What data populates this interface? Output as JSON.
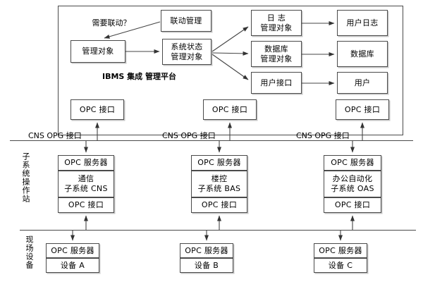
{
  "diagram": {
    "title_block": {
      "line1": "IBMS 集成",
      "line2": "管理平台"
    },
    "platform_boxes": {
      "linkage_management": "联动管理",
      "management_object": "管理对象",
      "system_state_object": {
        "line1": "系统状态",
        "line2": "管理对象"
      },
      "log_management_object": {
        "line1": "日 志",
        "line2": "管理对象"
      },
      "db_management_object": {
        "line1": "数据库",
        "line2": "管理对象"
      },
      "user_interface": "用户接口",
      "user_log": "用户日志",
      "database": "数据库",
      "user": "用户"
    },
    "annotations": {
      "need_linkage": "需要联动？"
    },
    "opc_interface_label": "OPC 接口",
    "opc_server_label": "OPC 服务器",
    "bus_labels": [
      "CNS  OPG 接口",
      "CNS  OPG 接口",
      "CNS  OPG 接口"
    ],
    "side_captions": {
      "subsystem_station": "子系统操作站",
      "field_devices": "现场设备"
    },
    "subsystems": [
      {
        "server": "OPC 服务器",
        "name_line1": "通信",
        "name_line2": "子系统 CNS",
        "iface": "OPC 接口"
      },
      {
        "server": "OPC 服务器",
        "name_line1": "楼控",
        "name_line2": "子系统 BAS",
        "iface": "OPC 接口"
      },
      {
        "server": "OPC 服务器",
        "name_line1": "办公自动化",
        "name_line2": "子系统 OAS",
        "iface": "OPC 接口"
      }
    ],
    "devices": [
      {
        "server": "OPC 服务器",
        "name": "设备 A"
      },
      {
        "server": "OPC 服务器",
        "name": "设备 B"
      },
      {
        "server": "OPC 服务器",
        "name": "设备 C"
      }
    ],
    "colors": {
      "stroke": "#4a4a4a",
      "text": "#000000",
      "background": "#ffffff"
    }
  }
}
